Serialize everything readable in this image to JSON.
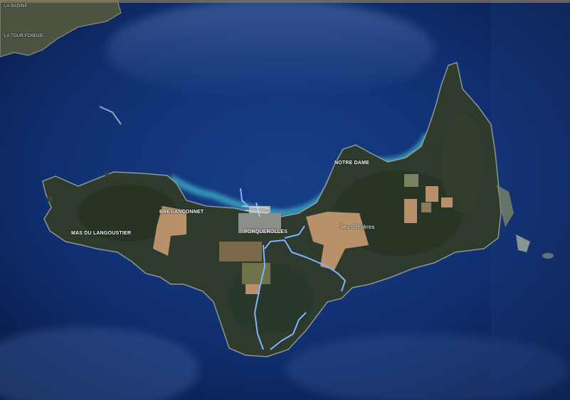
{
  "map": {
    "type": "satellite",
    "place_labels": {
      "top_left_1": "LA BADINE",
      "top_left_2": "LA TOUR FONDUE",
      "notre_dame": "NOTRE DAME",
      "bregancon": "BRÉGANÇONNET",
      "mas": "MAS DU LANGOUSTIER",
      "village": "PORQUEROLLES",
      "island": "Îles d'Hyères"
    },
    "colors": {
      "deep_sea": "#0b1f52",
      "sea": "#12357a",
      "shallow_water": "#3fb0c8",
      "island_forest": "#2c3a2a",
      "fields": "#b8916a",
      "route": "#7fb2ff"
    }
  }
}
